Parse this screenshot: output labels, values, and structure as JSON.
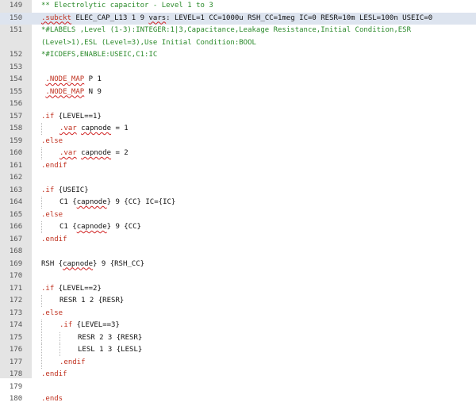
{
  "editor": {
    "lines": [
      {
        "n": "149",
        "tokens": [
          {
            "t": "** Electrolytic capacitor - Level 1 to 3",
            "c": "comment"
          }
        ]
      },
      {
        "n": "150",
        "current": true,
        "tokens": [
          {
            "t": ".subckt",
            "c": "sp"
          },
          {
            "t": " ELEC_CAP_L13 1 9 ",
            "c": "norm"
          },
          {
            "t": "vars",
            "c": "sq"
          },
          {
            "t": ": LEVEL=1 CC=1000u RSH_CC=1meg IC=0 RESR=10m LESL=100n USEIC=0",
            "c": "norm"
          }
        ]
      },
      {
        "n": "151",
        "tokens": [
          {
            "t": "*#LABELS ,Level (1-3):INTEGER:1|3,Capacitance,Leakage Resistance,Initial Condition,ESR",
            "c": "comment"
          }
        ]
      },
      {
        "n": "",
        "tokens": [
          {
            "t": "(Level>1),ESL (Level=3),Use Initial Condition:BOOL",
            "c": "comment"
          }
        ]
      },
      {
        "n": "152",
        "tokens": [
          {
            "t": "*#ICDEFS,ENABLE:USEIC,C1:IC",
            "c": "comment"
          }
        ]
      },
      {
        "n": "153",
        "tokens": []
      },
      {
        "n": "154",
        "tokens": [
          {
            "t": " ",
            "c": "norm"
          },
          {
            "t": ".NODE_MAP",
            "c": "sp"
          },
          {
            "t": " P 1",
            "c": "norm"
          }
        ]
      },
      {
        "n": "155",
        "tokens": [
          {
            "t": " ",
            "c": "norm"
          },
          {
            "t": ".NODE_MAP",
            "c": "sp"
          },
          {
            "t": " N 9",
            "c": "norm"
          }
        ]
      },
      {
        "n": "156",
        "tokens": []
      },
      {
        "n": "157",
        "tokens": [
          {
            "t": ".if",
            "c": "kw"
          },
          {
            "t": " {LEVEL==1}",
            "c": "norm"
          }
        ]
      },
      {
        "n": "158",
        "indent": 1,
        "tokens": [
          {
            "t": ".var",
            "c": "sp"
          },
          {
            "t": " ",
            "c": "norm"
          },
          {
            "t": "capnode",
            "c": "sq"
          },
          {
            "t": " = 1",
            "c": "norm"
          }
        ]
      },
      {
        "n": "159",
        "tokens": [
          {
            "t": ".else",
            "c": "kw"
          }
        ]
      },
      {
        "n": "160",
        "indent": 1,
        "tokens": [
          {
            "t": ".var",
            "c": "sp"
          },
          {
            "t": " ",
            "c": "norm"
          },
          {
            "t": "capnode",
            "c": "sq"
          },
          {
            "t": " = 2",
            "c": "norm"
          }
        ]
      },
      {
        "n": "161",
        "tokens": [
          {
            "t": ".endif",
            "c": "kw"
          }
        ]
      },
      {
        "n": "162",
        "tokens": []
      },
      {
        "n": "163",
        "tokens": [
          {
            "t": ".if",
            "c": "kw"
          },
          {
            "t": " {USEIC}",
            "c": "norm"
          }
        ]
      },
      {
        "n": "164",
        "indent": 1,
        "tokens": [
          {
            "t": "C1 {",
            "c": "norm"
          },
          {
            "t": "capnode",
            "c": "sq"
          },
          {
            "t": "} 9 {CC} IC={IC}",
            "c": "norm"
          }
        ]
      },
      {
        "n": "165",
        "tokens": [
          {
            "t": ".else",
            "c": "kw"
          }
        ]
      },
      {
        "n": "166",
        "indent": 1,
        "tokens": [
          {
            "t": "C1 {",
            "c": "norm"
          },
          {
            "t": "capnode",
            "c": "sq"
          },
          {
            "t": "} 9 {CC}",
            "c": "norm"
          }
        ]
      },
      {
        "n": "167",
        "tokens": [
          {
            "t": ".endif",
            "c": "kw"
          }
        ]
      },
      {
        "n": "168",
        "tokens": []
      },
      {
        "n": "169",
        "tokens": [
          {
            "t": "RSH {",
            "c": "norm"
          },
          {
            "t": "capnode",
            "c": "sq"
          },
          {
            "t": "} 9 {RSH_CC}",
            "c": "norm"
          }
        ]
      },
      {
        "n": "170",
        "tokens": []
      },
      {
        "n": "171",
        "tokens": [
          {
            "t": ".if",
            "c": "kw"
          },
          {
            "t": " {LEVEL==2}",
            "c": "norm"
          }
        ]
      },
      {
        "n": "172",
        "indent": 1,
        "tokens": [
          {
            "t": "RESR 1 2 {RESR}",
            "c": "norm"
          }
        ]
      },
      {
        "n": "173",
        "tokens": [
          {
            "t": ".else",
            "c": "kw"
          }
        ]
      },
      {
        "n": "174",
        "indent": 1,
        "tokens": [
          {
            "t": ".if",
            "c": "kw"
          },
          {
            "t": " {LEVEL==3}",
            "c": "norm"
          }
        ]
      },
      {
        "n": "175",
        "indent": 2,
        "tokens": [
          {
            "t": "RESR 2 3 {RESR}",
            "c": "norm"
          }
        ]
      },
      {
        "n": "176",
        "indent": 2,
        "tokens": [
          {
            "t": "LESL 1 3 {LESL}",
            "c": "norm"
          }
        ]
      },
      {
        "n": "177",
        "indent": 1,
        "tokens": [
          {
            "t": ".endif",
            "c": "kw"
          }
        ]
      },
      {
        "n": "178",
        "tokens": [
          {
            "t": ".endif",
            "c": "kw"
          }
        ]
      },
      {
        "n": "179",
        "tokens": []
      },
      {
        "n": "180",
        "tokens": [
          {
            "t": ".ends",
            "c": "kw"
          }
        ]
      }
    ]
  }
}
